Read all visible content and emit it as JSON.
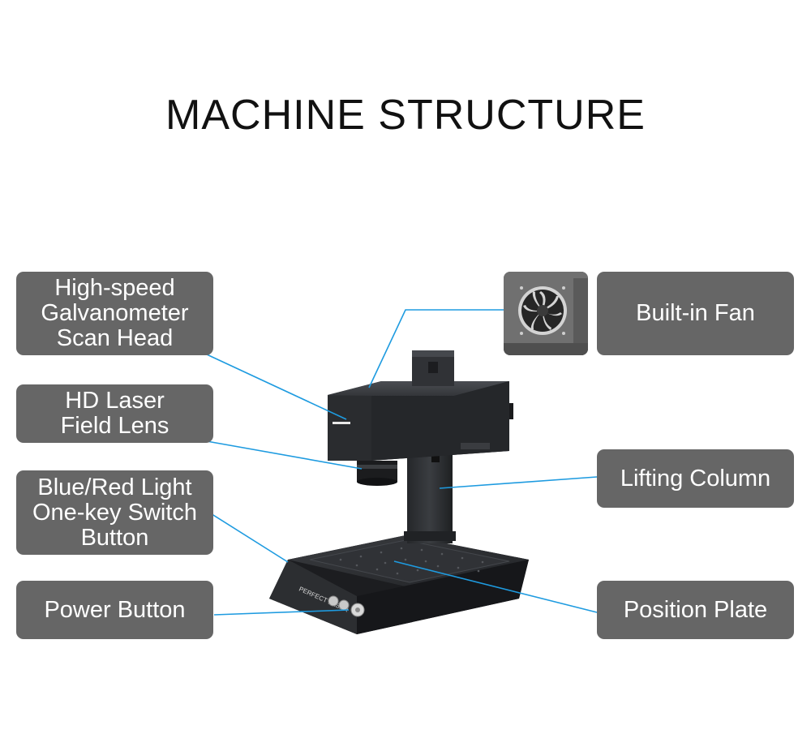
{
  "title": "MACHINE STRUCTURE",
  "labels": {
    "galvo": "High-speed\nGalvanometer\nScan Head",
    "lens": "HD Laser\nField Lens",
    "light_switch": "Blue/Red Light\nOne-key Switch\nButton",
    "power": "Power Button",
    "fan": "Built-in Fan",
    "column": "Lifting Column",
    "plate": "Position Plate"
  },
  "machine_brand": "PERFECT LASER",
  "colors": {
    "label_bg": "#666666",
    "label_text": "#ffffff",
    "leader_line": "#1e9be0",
    "machine_body": "#2b2d30"
  },
  "icons": [
    "fan-icon"
  ]
}
